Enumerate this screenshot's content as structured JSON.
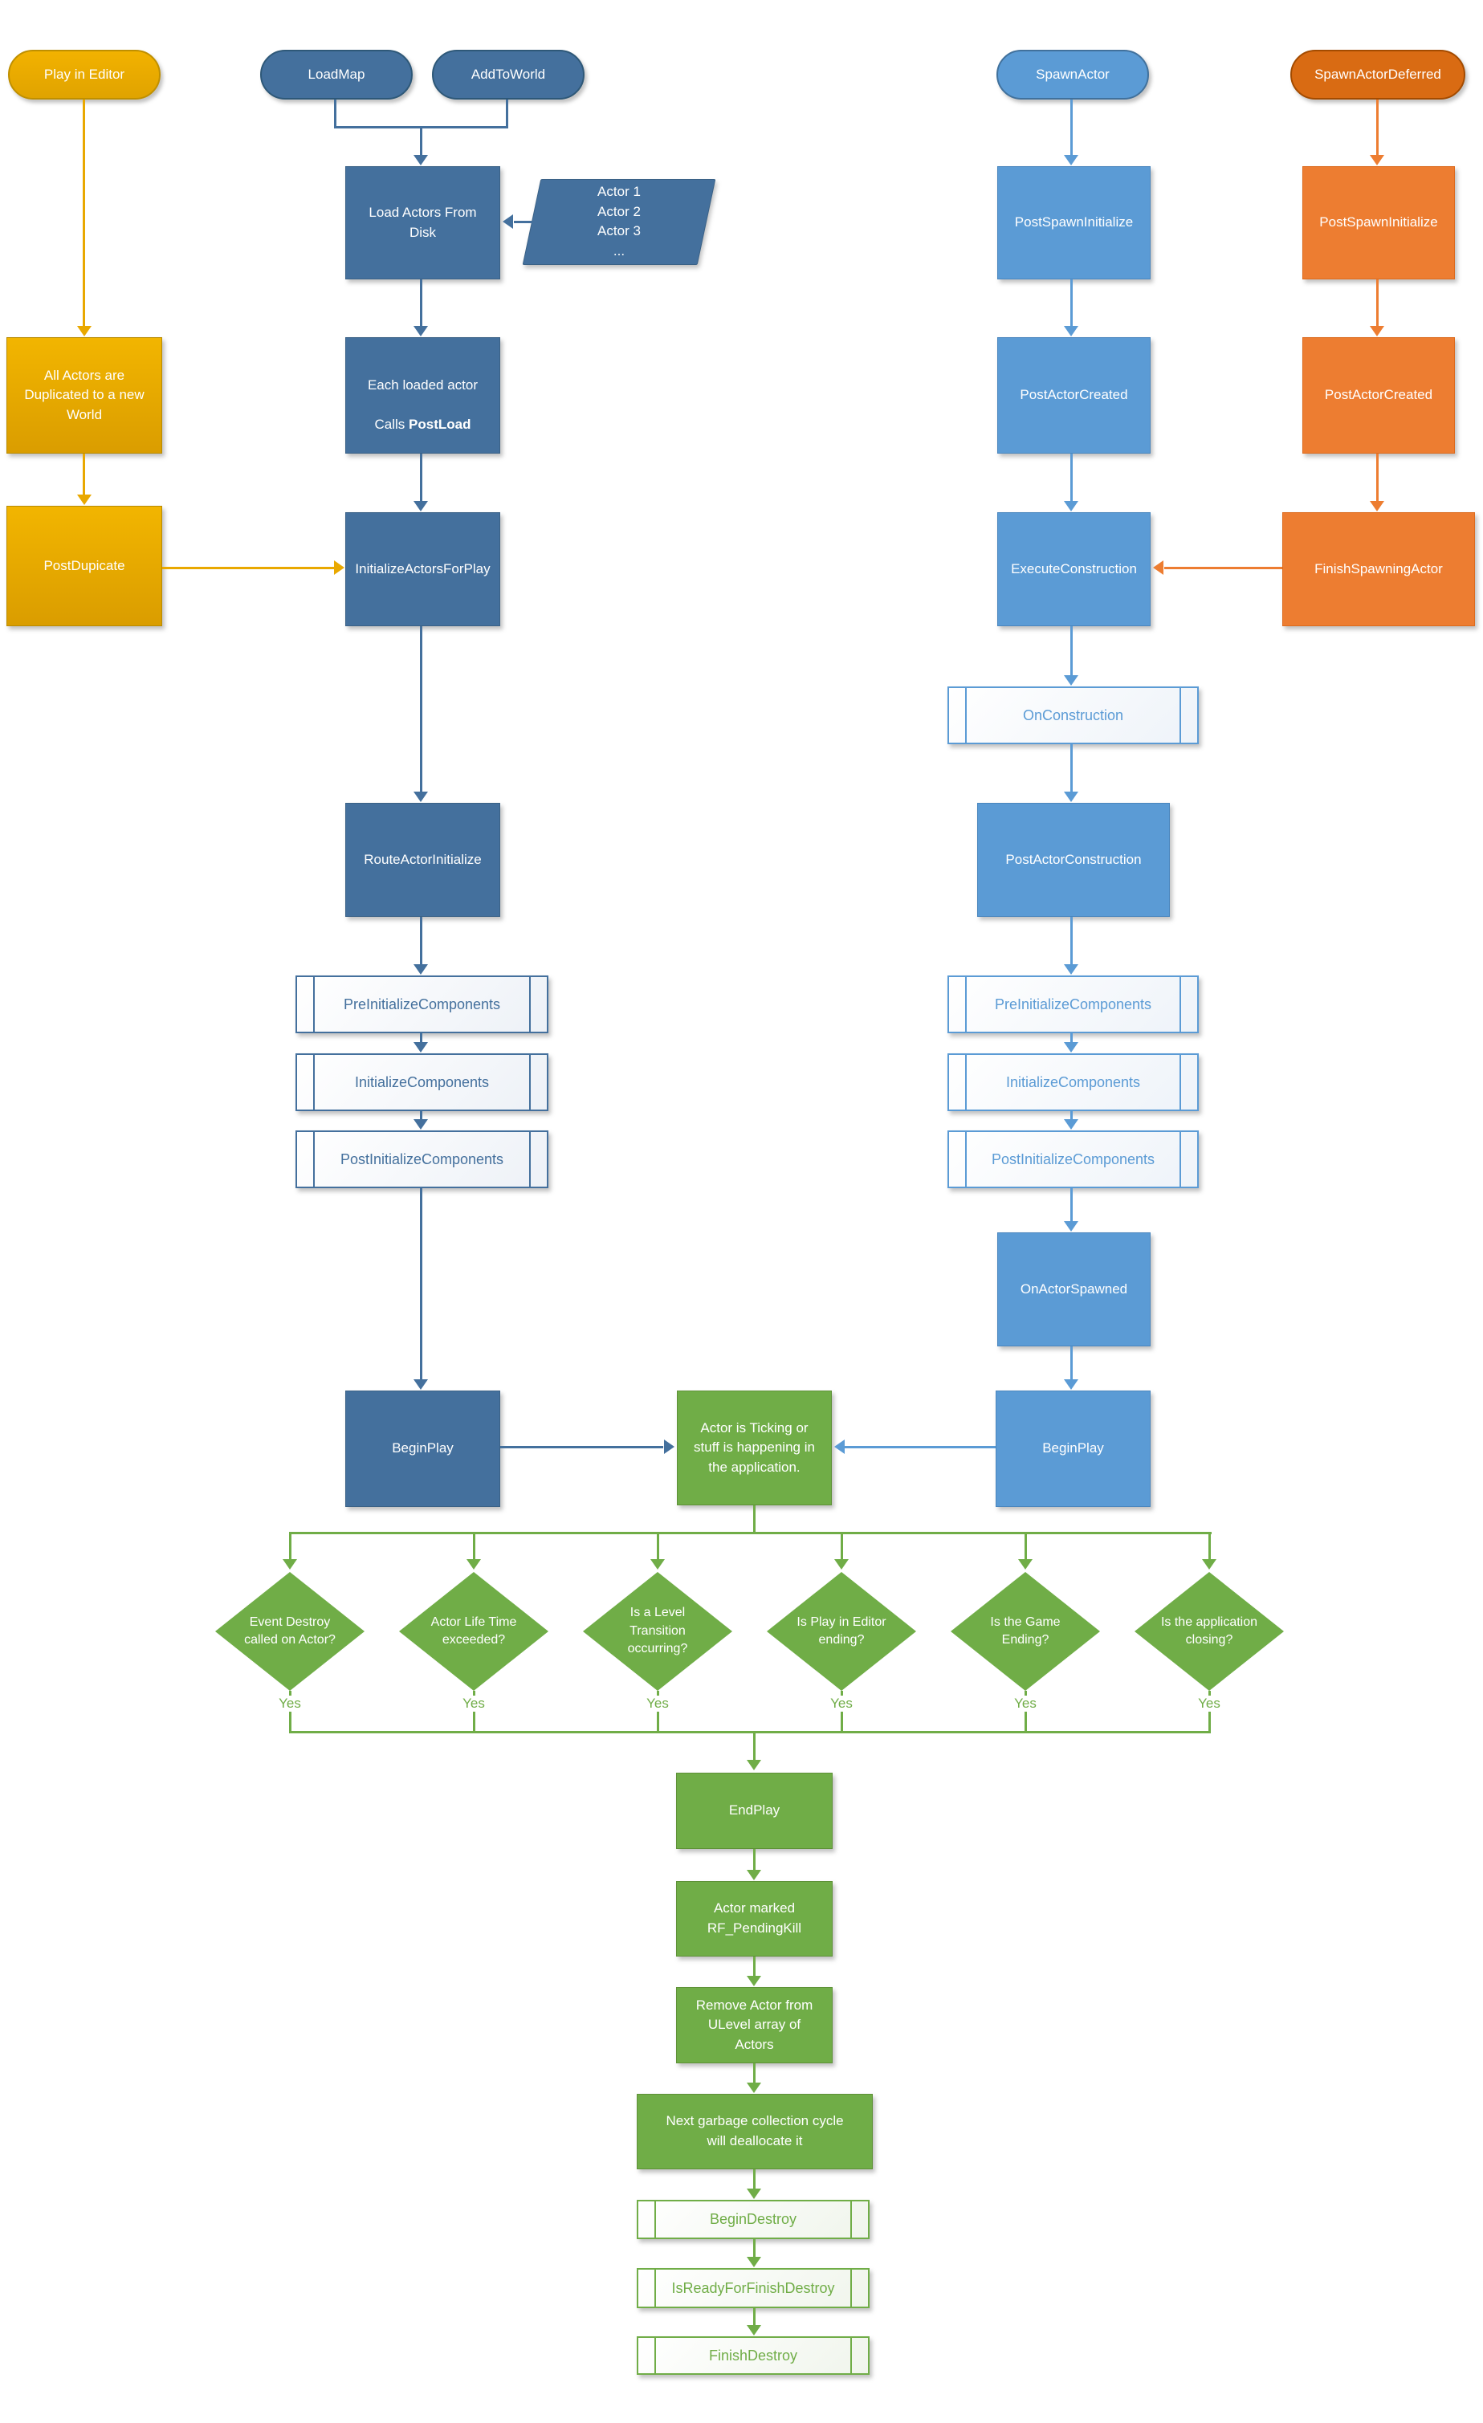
{
  "colors": {
    "gold": "#E9A800",
    "slate_blue": "#44709D",
    "light_blue": "#5B9BD5",
    "orange": "#ED7D31",
    "green": "#70AD47"
  },
  "nodes": {
    "play_in_editor": "Play in Editor",
    "load_map": "LoadMap",
    "add_to_world": "AddToWorld",
    "spawn_actor": "SpawnActor",
    "spawn_actor_deferred": "SpawnActorDeferred",
    "load_actors_from_disk": "Load Actors From\nDisk",
    "actor_list": "Actor 1\nActor 2\nActor 3\n...",
    "all_actors_duplicated": "All Actors are\nDuplicated to a new\nWorld",
    "post_dupicate": "PostDupicate",
    "each_loaded_actor": {
      "line1": "Each loaded actor",
      "call_prefix": "Calls ",
      "call_bold": "PostLoad"
    },
    "initialize_actors_for_play": "InitializeActorsForPlay",
    "post_spawn_initialize": "PostSpawnInitialize",
    "post_actor_created": "PostActorCreated",
    "execute_construction": "ExecuteConstruction",
    "finish_spawning_actor": "FinishSpawningActor",
    "on_construction": "OnConstruction",
    "post_actor_construction": "PostActorConstruction",
    "route_actor_initialize": "RouteActorInitialize",
    "pre_initialize_components": "PreInitializeComponents",
    "initialize_components": "InitializeComponents",
    "post_initialize_components": "PostInitializeComponents",
    "on_actor_spawned": "OnActorSpawned",
    "begin_play": "BeginPlay",
    "actor_ticking": "Actor is Ticking or\nstuff is happening in\nthe application.",
    "end_play": "EndPlay",
    "actor_marked_pending_kill": "Actor marked\nRF_PendingKill",
    "remove_actor_from_ulevel": "Remove Actor from\nULevel array of\nActors",
    "next_garbage_collection": "Next garbage collection cycle\nwill deallocate it",
    "begin_destroy": "BeginDestroy",
    "is_ready_for_finish_destroy": "IsReadyForFinishDestroy",
    "finish_destroy": "FinishDestroy"
  },
  "decisions": [
    "Event Destroy\ncalled on Actor?",
    "Actor Life Time\nexceeded?",
    "Is a Level\nTransition\noccurring?",
    "Is Play in Editor\nending?",
    "Is the Game\nEnding?",
    "Is the application\nclosing?"
  ],
  "yes_label": "Yes"
}
